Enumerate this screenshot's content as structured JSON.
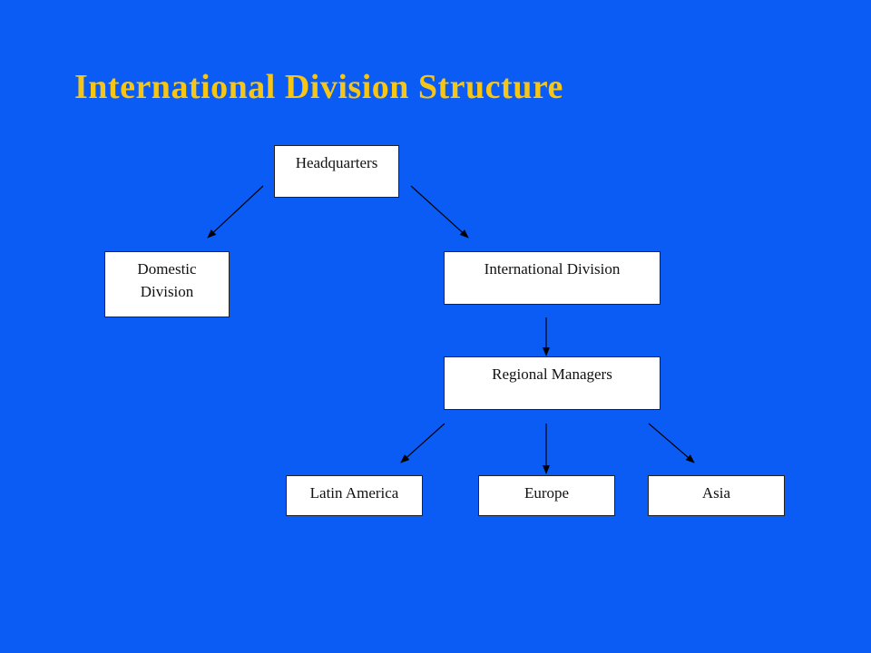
{
  "slide": {
    "title": "International Division Structure",
    "background_color": "#0a5cf4",
    "title_color": "#f5c518"
  },
  "diagram": {
    "nodes": {
      "headquarters": "Headquarters",
      "domestic_division": [
        "Domestic",
        "Division"
      ],
      "international_division": "International Division",
      "regional_managers": "Regional Managers",
      "latin_america": "Latin America",
      "europe": "Europe",
      "asia": "Asia"
    },
    "edges": [
      {
        "from": "Headquarters",
        "to": "Domestic Division"
      },
      {
        "from": "Headquarters",
        "to": "International Division"
      },
      {
        "from": "International Division",
        "to": "Regional Managers"
      },
      {
        "from": "Regional Managers",
        "to": "Latin America"
      },
      {
        "from": "Regional Managers",
        "to": "Europe"
      },
      {
        "from": "Regional Managers",
        "to": "Asia"
      }
    ]
  }
}
